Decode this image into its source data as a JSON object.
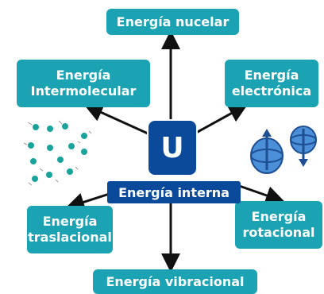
{
  "center": {
    "symbol": "U",
    "label": "Energía interna"
  },
  "nodes": {
    "nuclear": "Energía nucelar",
    "intermolecular": [
      "Energía",
      "Intermolecular"
    ],
    "electronic": [
      "Energía",
      "electrónica"
    ],
    "translational": [
      "Energía",
      "traslacional"
    ],
    "rotational": [
      "Energía",
      "rotacional"
    ],
    "vibrational": "Energía vibracional"
  },
  "colors": {
    "node": "#1ba3b3",
    "center": "#0b4a9a",
    "arrow": "#111111"
  }
}
